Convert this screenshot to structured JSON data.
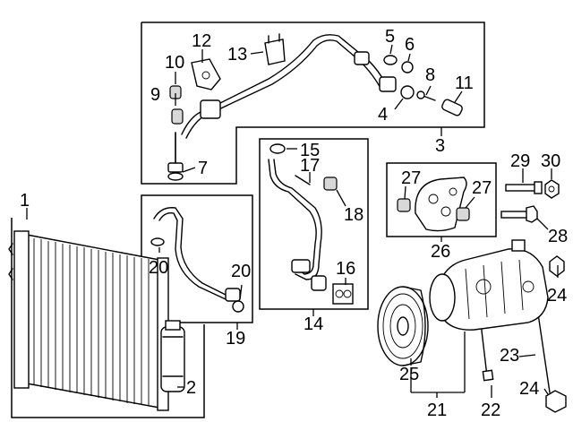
{
  "callouts": [
    {
      "id": "1",
      "text": "1"
    },
    {
      "id": "2",
      "text": "2"
    },
    {
      "id": "3",
      "text": "3"
    },
    {
      "id": "4",
      "text": "4"
    },
    {
      "id": "5",
      "text": "5"
    },
    {
      "id": "6",
      "text": "6"
    },
    {
      "id": "7",
      "text": "7"
    },
    {
      "id": "8",
      "text": "8"
    },
    {
      "id": "9",
      "text": "9"
    },
    {
      "id": "10",
      "text": "10"
    },
    {
      "id": "11",
      "text": "11"
    },
    {
      "id": "12",
      "text": "12"
    },
    {
      "id": "13",
      "text": "13"
    },
    {
      "id": "14",
      "text": "14"
    },
    {
      "id": "15",
      "text": "15"
    },
    {
      "id": "16",
      "text": "16"
    },
    {
      "id": "17",
      "text": "17"
    },
    {
      "id": "18",
      "text": "18"
    },
    {
      "id": "19",
      "text": "19"
    },
    {
      "id": "20a",
      "text": "20"
    },
    {
      "id": "20b",
      "text": "20"
    },
    {
      "id": "21",
      "text": "21"
    },
    {
      "id": "22",
      "text": "22"
    },
    {
      "id": "23",
      "text": "23"
    },
    {
      "id": "24a",
      "text": "24"
    },
    {
      "id": "24b",
      "text": "24"
    },
    {
      "id": "25",
      "text": "25"
    },
    {
      "id": "26",
      "text": "26"
    },
    {
      "id": "27a",
      "text": "27"
    },
    {
      "id": "27b",
      "text": "27"
    },
    {
      "id": "28",
      "text": "28"
    },
    {
      "id": "29",
      "text": "29"
    },
    {
      "id": "30",
      "text": "30"
    }
  ]
}
